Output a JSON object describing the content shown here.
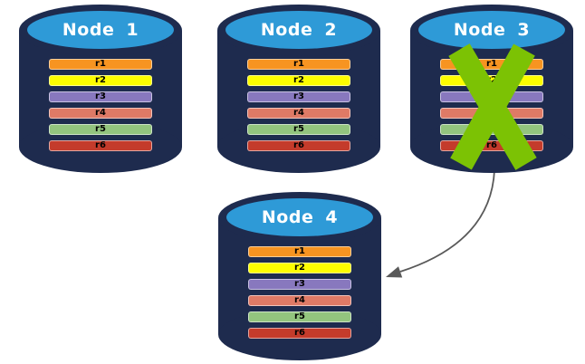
{
  "colors": {
    "background": "#FFFFFF",
    "cylinder_body": "#1E2B4E",
    "cylinder_cap": "#2E9AD7",
    "cap_text": "#FFFFFF",
    "row_text": "#000000",
    "cross": "#7CC204",
    "arrow": "#595959"
  },
  "nodes": [
    {
      "id": "node-1",
      "label": "Node",
      "number": "1",
      "crossed_out": false,
      "rows": [
        {
          "label": "r1",
          "color": "#F79421"
        },
        {
          "label": "r2",
          "color": "#FDFD00"
        },
        {
          "label": "r3",
          "color": "#8878BE"
        },
        {
          "label": "r4",
          "color": "#DF7A66"
        },
        {
          "label": "r5",
          "color": "#93C47E"
        },
        {
          "label": "r6",
          "color": "#C43B2B"
        }
      ]
    },
    {
      "id": "node-2",
      "label": "Node",
      "number": "2",
      "crossed_out": false,
      "rows": [
        {
          "label": "r1",
          "color": "#F79421"
        },
        {
          "label": "r2",
          "color": "#FDFD00"
        },
        {
          "label": "r3",
          "color": "#8878BE"
        },
        {
          "label": "r4",
          "color": "#DF7A66"
        },
        {
          "label": "r5",
          "color": "#93C47E"
        },
        {
          "label": "r6",
          "color": "#C43B2B"
        }
      ]
    },
    {
      "id": "node-3",
      "label": "Node",
      "number": "3",
      "crossed_out": true,
      "rows": [
        {
          "label": "r1",
          "color": "#F79421"
        },
        {
          "label": "r2",
          "color": "#FDFD00"
        },
        {
          "label": "r3",
          "color": "#8878BE"
        },
        {
          "label": "r4",
          "color": "#DF7A66"
        },
        {
          "label": "r5",
          "color": "#93C47E"
        },
        {
          "label": "r6",
          "color": "#C43B2B"
        }
      ]
    },
    {
      "id": "node-4",
      "label": "Node",
      "number": "4",
      "crossed_out": false,
      "rows": [
        {
          "label": "r1",
          "color": "#F79421"
        },
        {
          "label": "r2",
          "color": "#FDFD00"
        },
        {
          "label": "r3",
          "color": "#8878BE"
        },
        {
          "label": "r4",
          "color": "#DF7A66"
        },
        {
          "label": "r5",
          "color": "#93C47E"
        },
        {
          "label": "r6",
          "color": "#C43B2B"
        }
      ]
    }
  ],
  "arrow": {
    "from": "node-3",
    "to": "node-4"
  }
}
